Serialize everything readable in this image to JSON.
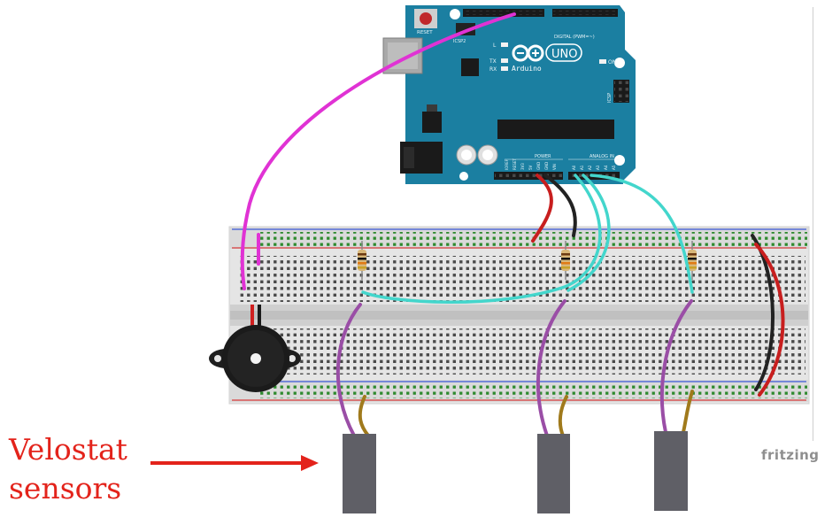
{
  "callout": {
    "line1": "Velostat",
    "line2": "sensors",
    "color": "#e3231b"
  },
  "watermark": "fritzing",
  "board": {
    "reset_label": "RESET",
    "logo_text": "UNO",
    "brand": "Arduino",
    "digital_label": "DIGITAL (PWM=~)",
    "power_label": "POWER",
    "analog_label": "ANALOG IN",
    "icsp_label": "ICSP",
    "icsp2_label": "ICSP2",
    "led_labels": [
      "L",
      "TX",
      "RX",
      "ON"
    ],
    "power_pins": [
      "IOREF",
      "RESET",
      "3V3",
      "5V",
      "GND",
      "GND",
      "VIN"
    ],
    "analog_pins": [
      "A0",
      "A1",
      "A2",
      "A3",
      "A4",
      "A5"
    ],
    "color": "#1b7fa1"
  },
  "wire_colors": {
    "magenta": "#e032d4",
    "cyan": "#43d6cc",
    "red": "#c81e1e",
    "black": "#222222",
    "purple": "#9a4ea6",
    "olive": "#a07a1c"
  }
}
